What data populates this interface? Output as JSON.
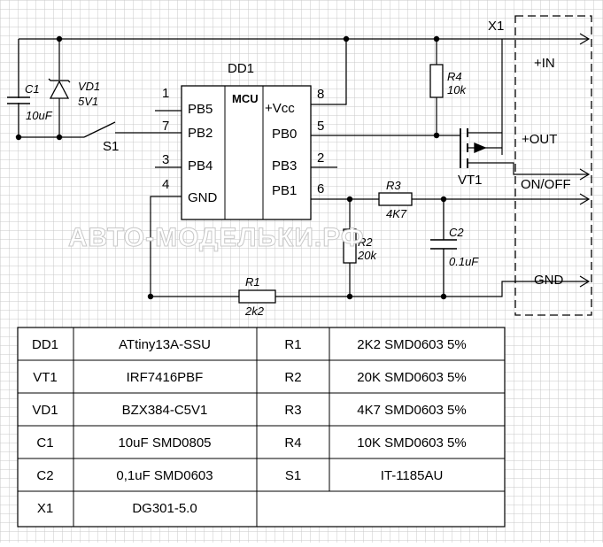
{
  "schematic": {
    "chip": {
      "name": "DD1",
      "core": "MCU",
      "pins": [
        {
          "num": "1",
          "name": "PB5"
        },
        {
          "num": "7",
          "name": "PB2"
        },
        {
          "num": "3",
          "name": "PB4"
        },
        {
          "num": "4",
          "name": "GND"
        },
        {
          "num": "8",
          "name": "+Vcc"
        },
        {
          "num": "5",
          "name": "PB0"
        },
        {
          "num": "2",
          "name": "PB3"
        },
        {
          "num": "6",
          "name": "PB1"
        }
      ]
    },
    "components": {
      "c1": {
        "ref": "C1",
        "value": "10uF"
      },
      "vd1": {
        "ref": "VD1",
        "value": "5V1"
      },
      "s1": {
        "ref": "S1"
      },
      "r1": {
        "ref": "R1",
        "value": "2k2"
      },
      "r2": {
        "ref": "R2",
        "value": "20k"
      },
      "r3": {
        "ref": "R3",
        "value": "4K7"
      },
      "r4": {
        "ref": "R4",
        "value": "10k"
      },
      "c2": {
        "ref": "C2",
        "value": "0.1uF"
      },
      "vt1": {
        "ref": "VT1"
      }
    },
    "connector": {
      "ref": "X1",
      "terminals": [
        "+IN",
        "+OUT",
        "ON/OFF",
        "GND"
      ]
    },
    "watermark": "АВТО-МОДЕЛЬКИ.РФ"
  },
  "bom": {
    "rows": [
      [
        "DD1",
        "ATtiny13A-SSU",
        "R1",
        "2K2 SMD0603 5%"
      ],
      [
        "VT1",
        "IRF7416PBF",
        "R2",
        "20K  SMD0603 5%"
      ],
      [
        "VD1",
        "BZX384-C5V1",
        "R3",
        "4K7  SMD0603 5%"
      ],
      [
        "C1",
        "10uF SMD0805",
        "R4",
        "10K  SMD0603 5%"
      ],
      [
        "C2",
        "0,1uF SMD0603",
        "S1",
        "IT-1185AU"
      ],
      [
        "X1",
        "DG301-5.0",
        "",
        ""
      ]
    ]
  },
  "colors": {
    "grid": "#c9c9c9",
    "ink": "#000000",
    "background": "#ffffff"
  }
}
